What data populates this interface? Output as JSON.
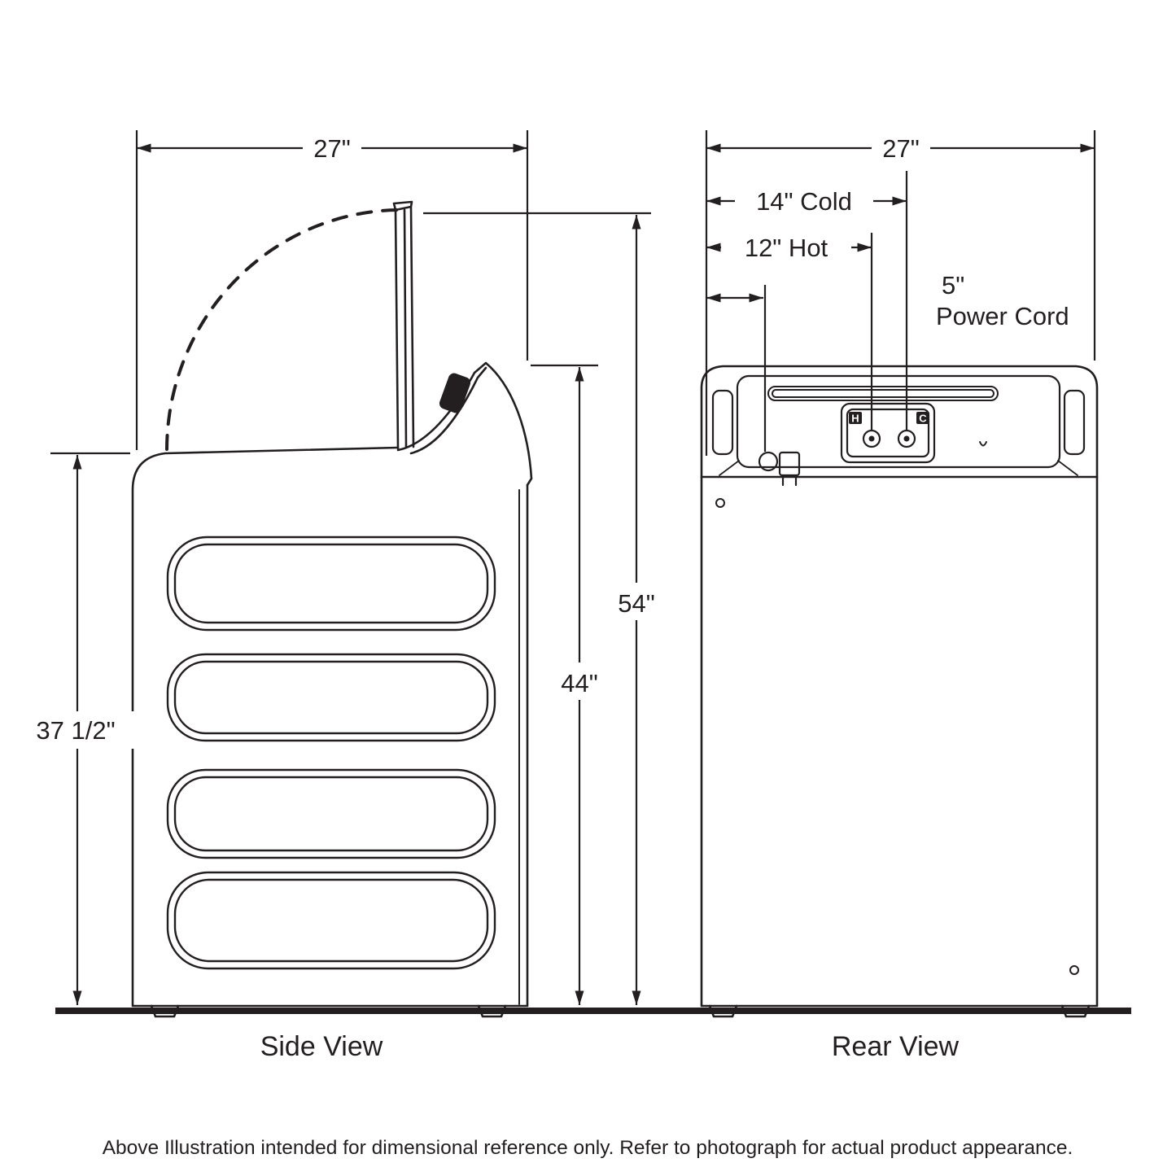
{
  "line_color": "#231f20",
  "side_view": {
    "caption": "Side View",
    "dims": {
      "width": "27\"",
      "lid_open_height": "54\"",
      "console_height": "44\"",
      "body_height": "37 1/2\""
    }
  },
  "rear_view": {
    "caption": "Rear View",
    "dims": {
      "width": "27\"",
      "cold": "14\" Cold",
      "hot": "12\" Hot",
      "power_cord_value": "5\"",
      "power_cord_label": "Power Cord"
    },
    "connections": {
      "hot_label": "H",
      "cold_label": "C"
    }
  },
  "footer_note": "Above Illustration intended for dimensional reference only. Refer to photograph for actual product appearance."
}
